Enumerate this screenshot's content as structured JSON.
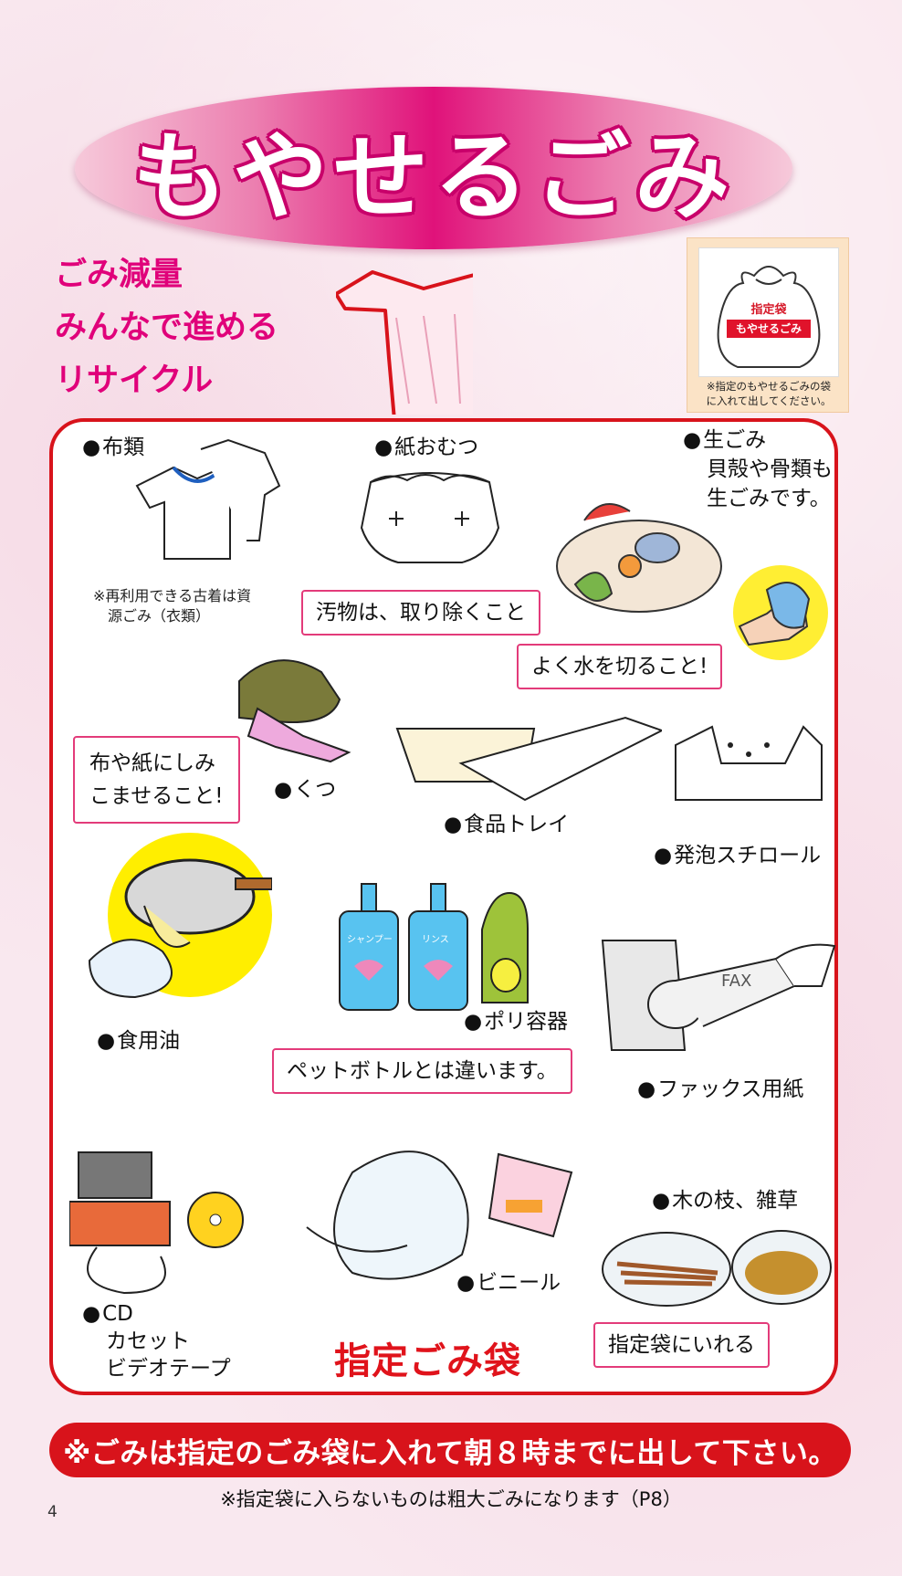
{
  "title": "もやせるごみ",
  "slogan": [
    "ごみ減量",
    "みんなで進める",
    "リサイクル"
  ],
  "bag_card": {
    "bag_top_text": "指定袋",
    "bag_label": "もやせるごみ",
    "note_line1": "※指定のもやせるごみの袋",
    "note_line2": "に入れて出してください。"
  },
  "items": {
    "cloth": "布類",
    "cloth_note_line1": "※再利用できる古着は資",
    "cloth_note_line2": "源ごみ（衣類）",
    "diaper": "紙おむつ",
    "garbage": "生ごみ",
    "garbage_line2": "貝殻や骨類も",
    "garbage_line3": "生ごみです。",
    "shoes": "くつ",
    "food_tray": "食品トレイ",
    "styrofoam": "発泡スチロール",
    "cooking_oil": "食用油",
    "poly_container": "ポリ容器",
    "fax_paper": "ファックス用紙",
    "media": "CD",
    "media_line2": "カセット",
    "media_line3": "ビデオテープ",
    "vinyl": "ビニール",
    "branches": "木の枝、雑草"
  },
  "callouts": {
    "remove_waste": "汚物は、取り除くこと",
    "drain_water": "よく水を切ること!",
    "soak_line1": "布や紙にしみ",
    "soak_line2": "こませること!",
    "not_pet": "ペットボトルとは違います。",
    "into_bag": "指定袋にいれる"
  },
  "bottle_labels": {
    "shampoo": "シャンプー",
    "rinse": "リンス",
    "fax": "FAX"
  },
  "designated_bag": "指定ごみ袋",
  "footer": {
    "main": "※ごみは指定のごみ袋に入れて朝８時までに出して下さい。",
    "note": "※指定袋に入らないものは粗大ごみになります（P8）"
  },
  "page_number": "4",
  "colors": {
    "accent_red": "#d8131b",
    "accent_pink": "#e0007a",
    "background": "#f9e8ef"
  }
}
